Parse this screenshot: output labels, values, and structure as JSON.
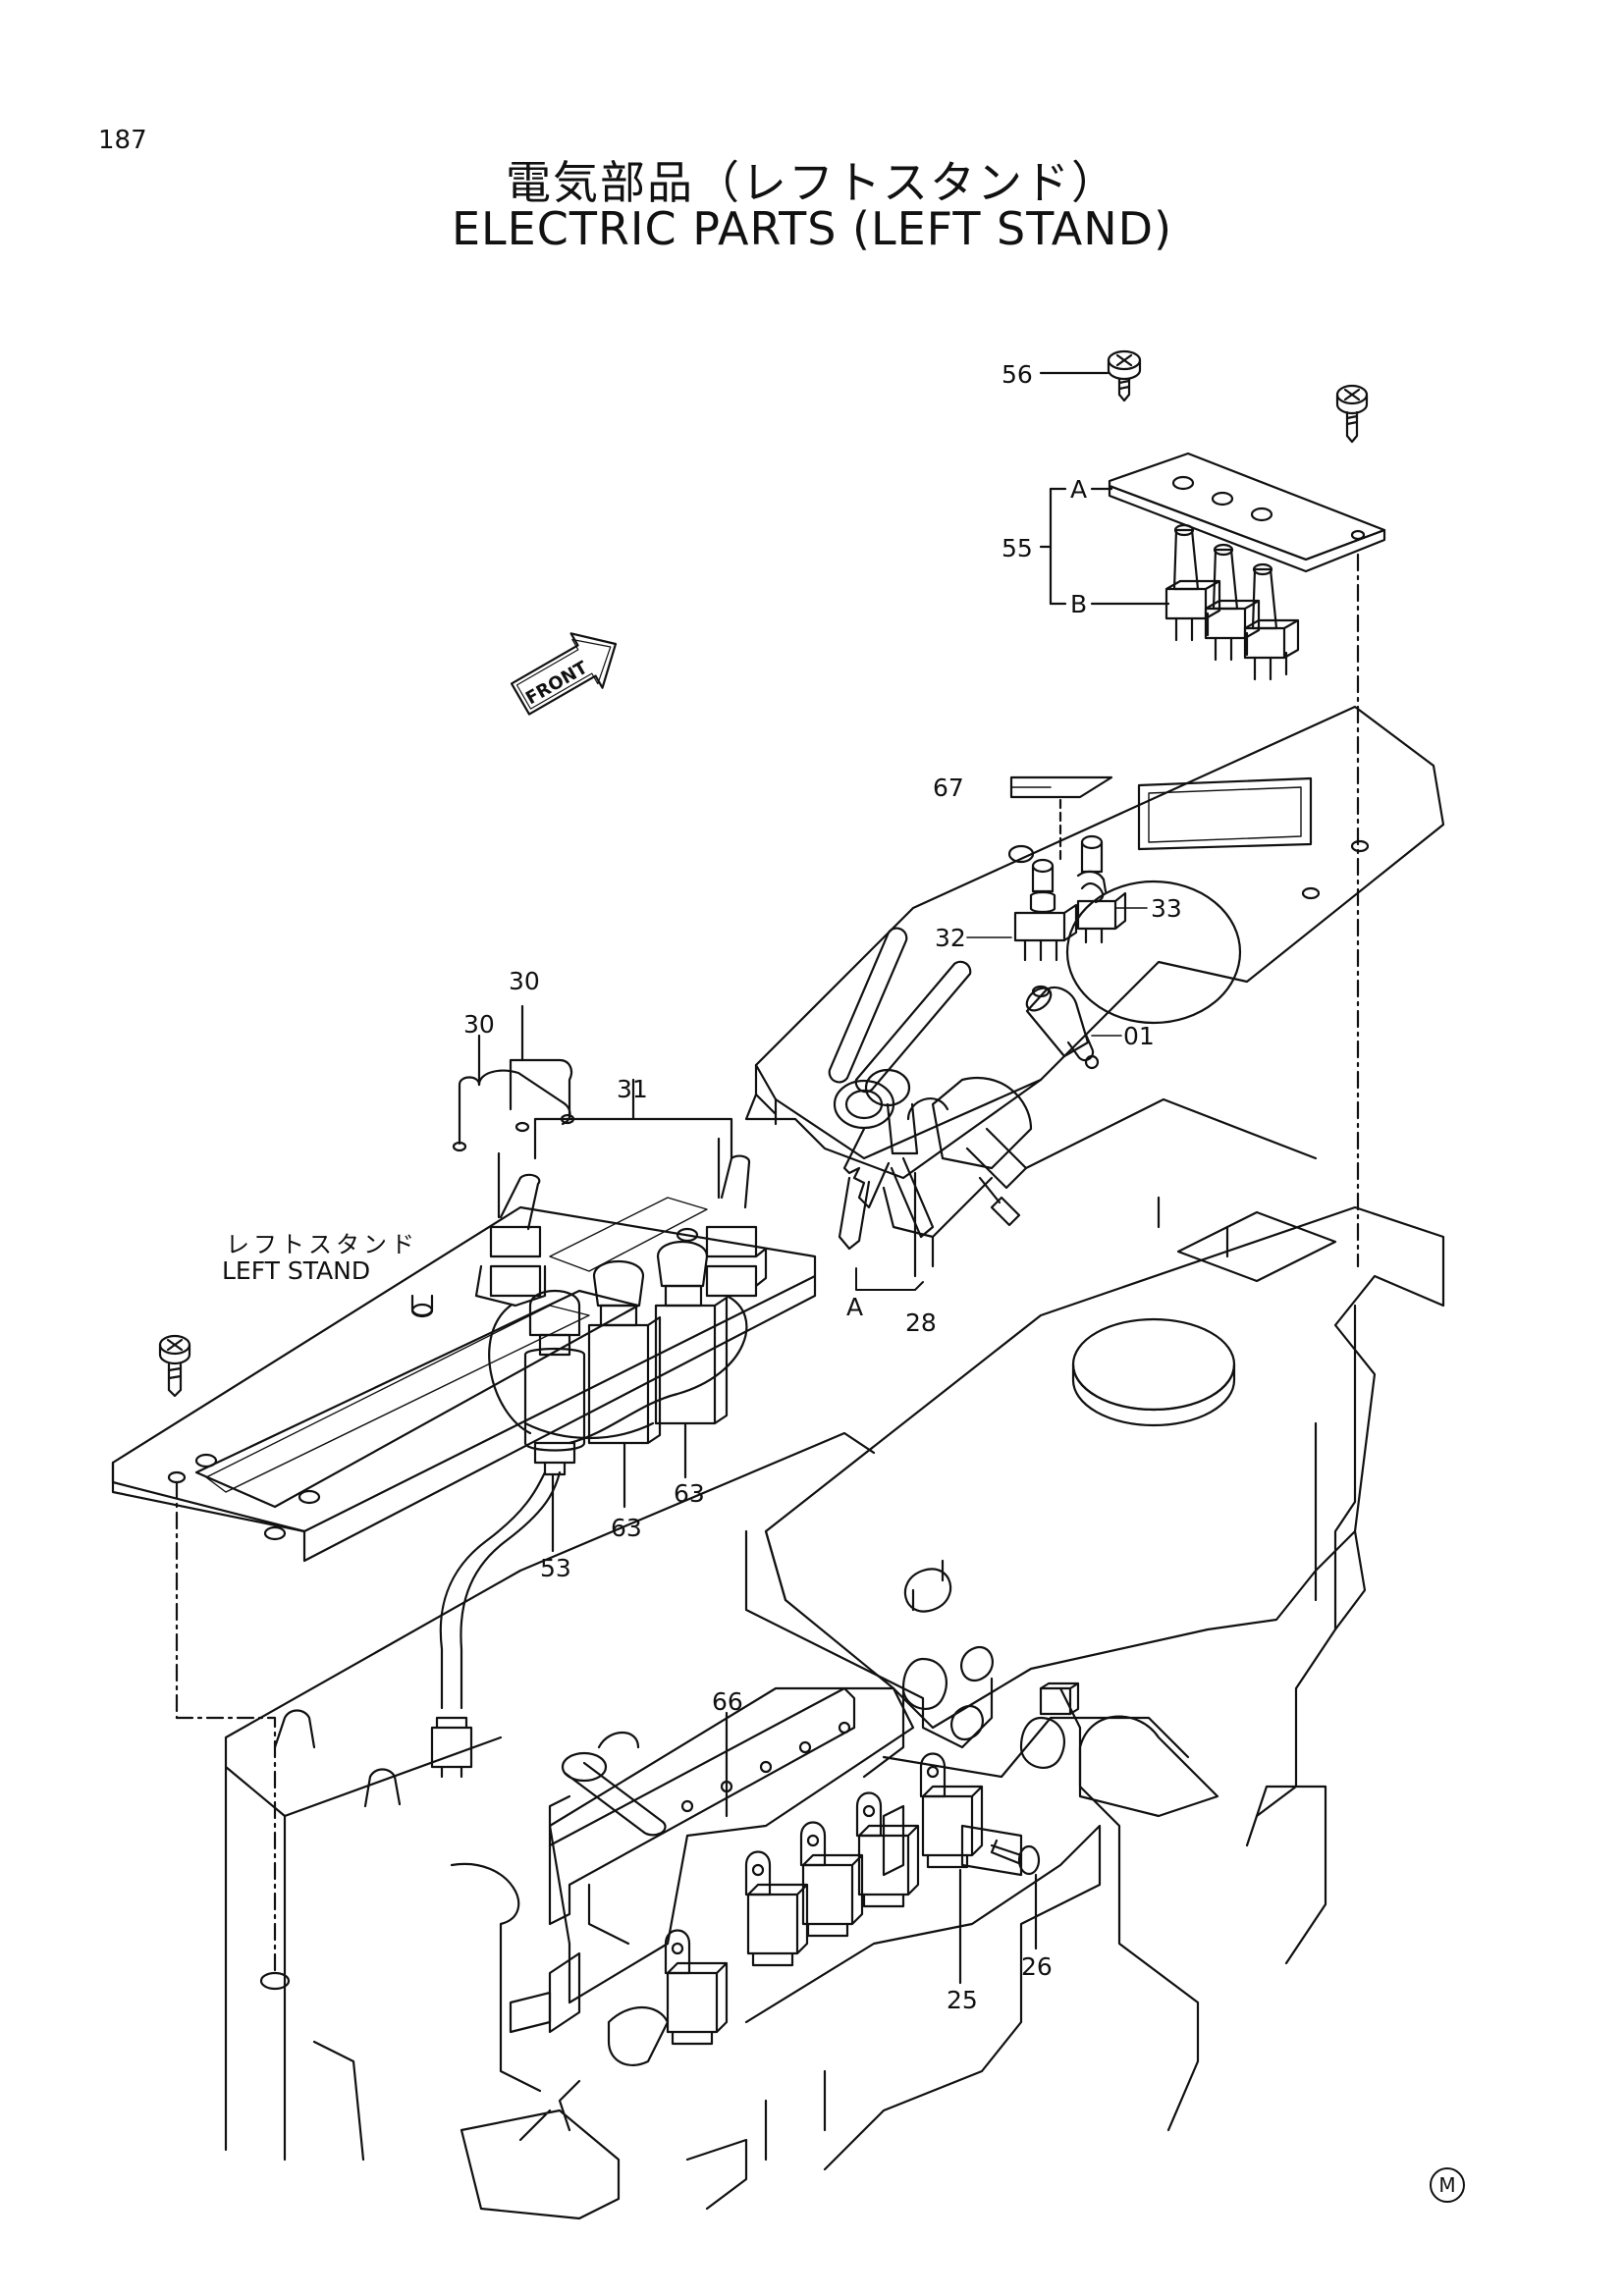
{
  "page": {
    "number": "187",
    "title_jp": "電気部品（レフトスタンド）",
    "title_en": "ELECTRIC PARTS (LEFT STAND)",
    "maker_mark": "M"
  },
  "annotations": {
    "front": "FRONT",
    "left_stand_jp": "レフトスタンド",
    "left_stand_en": "LEFT STAND"
  },
  "callouts": {
    "c56": "56",
    "c55": "55",
    "c55a": "A",
    "c55b": "B",
    "c67": "67",
    "c32": "32",
    "c33": "33",
    "c01": "01",
    "c30a": "30",
    "c30b": "30",
    "c31": "31",
    "c28": "28",
    "c28a": "A",
    "c53": "53",
    "c63a": "63",
    "c63b": "63",
    "c66": "66",
    "c26": "26",
    "c25": "25"
  },
  "colors": {
    "ink": "#111111",
    "paper": "#ffffff"
  }
}
